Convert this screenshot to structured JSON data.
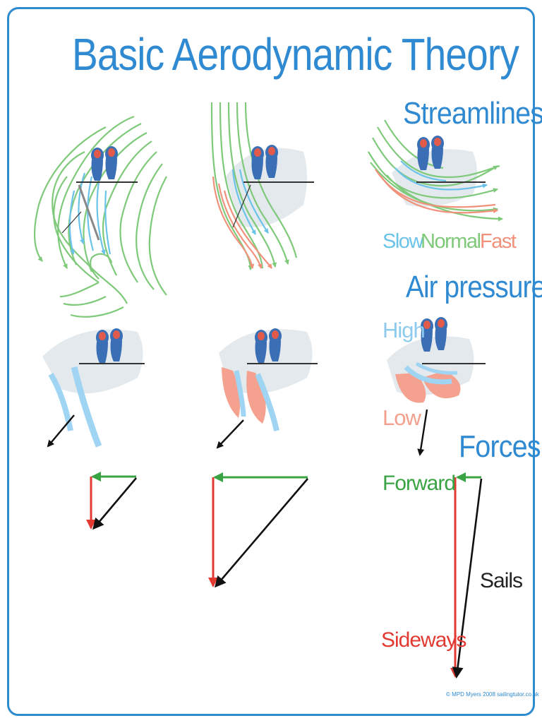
{
  "title": "Basic Aerodynamic Theory",
  "sections": {
    "streamlines": "Streamlines",
    "air_pressure": "Air pressure",
    "forces": "Forces"
  },
  "legend": {
    "slow": "Slow",
    "normal": "Normal",
    "fast": "Fast"
  },
  "pressure": {
    "high": "High",
    "low": "Low"
  },
  "force_labels": {
    "forward": "Forward",
    "sails": "Sails",
    "sideways": "Sideways"
  },
  "credit": "© MPD Myers 2008 sailingtutor.co.uk",
  "colors": {
    "heading": "#2f8ad2",
    "slow": "#6cc3ea",
    "normal": "#7fc97a",
    "fast": "#f1917c",
    "forward_arrow": "#3aa343",
    "sideways_arrow": "#e23a32",
    "sails_arrow": "#111111",
    "hull": "#e3e9ec",
    "sail_high": "#9fd4f2",
    "sail_low": "#f4a18f"
  }
}
